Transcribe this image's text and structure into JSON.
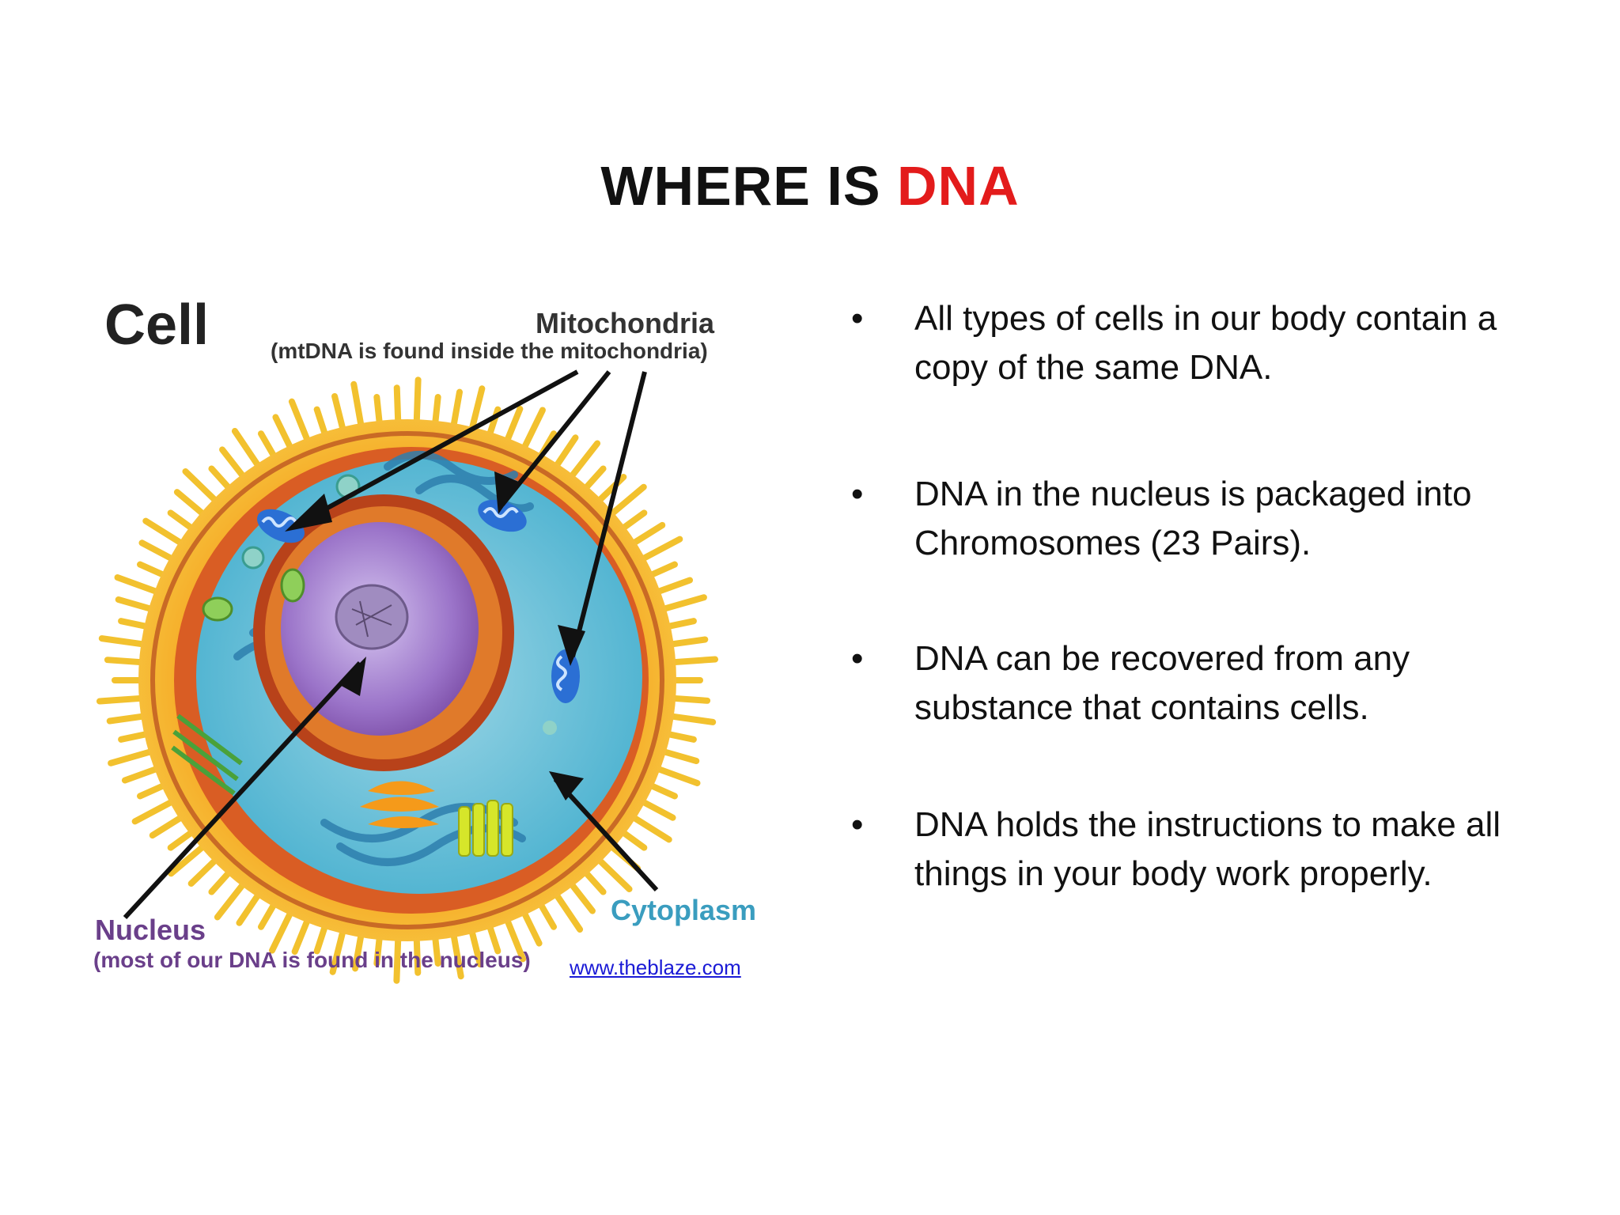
{
  "slide": {
    "title_prefix": "WHERE IS ",
    "title_highlight": "DNA",
    "highlight_color": "#e31b1b"
  },
  "diagram": {
    "cell_label": "Cell",
    "mito_label": "Mitochondria",
    "mito_sub": "(mtDNA is found inside the mitochondria)",
    "nucleus_label": "Nucleus",
    "nucleus_sub": "(most of our DNA is found in the nucleus)",
    "cyto_label": "Cytoplasm",
    "source": "www.theblaze.com"
  },
  "bullets": [
    {
      "marker": "•",
      "text": "All types of cells in our body contain a copy of the same DNA."
    },
    {
      "marker": "•",
      "text": "DNA in the nucleus is packaged into Chromosomes (23 Pairs)."
    },
    {
      "marker": "•",
      "text": "DNA can be recovered from any substance that contains cells."
    },
    {
      "marker": "•",
      "text": " DNA holds the instructions to make all things in your body work properly."
    }
  ]
}
